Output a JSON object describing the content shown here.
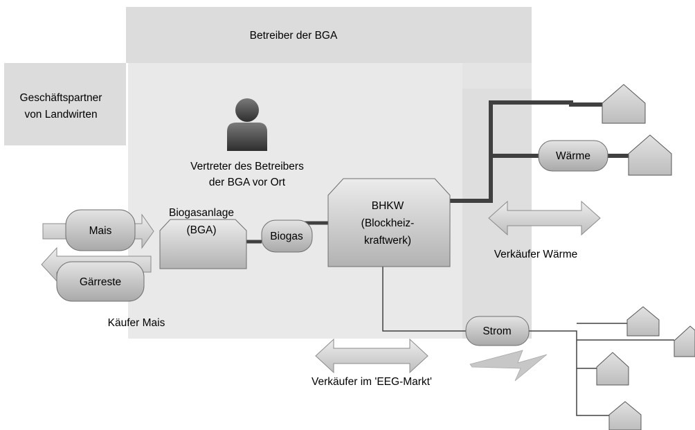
{
  "labels": {
    "operator": "Betreiber der BGA",
    "partner_line1": "Geschäftspartner",
    "partner_line2": "von Landwirten",
    "rep_line1": "Vertreter des Betreibers",
    "rep_line2": "der BGA vor Ort",
    "plant_line1": "Biogasanlage",
    "plant_line2": "(BGA)",
    "chp_line1": "BHKW",
    "chp_line2": "(Blockheiz-",
    "chp_line3": "kraftwerk)",
    "buyer_corn": "Käufer Mais",
    "heat_seller": "Verkäufer Wärme",
    "eeg_seller": "Verkäufer im 'EEG-Markt'"
  },
  "flows": {
    "corn": "Mais",
    "digestate": "Gärreste",
    "biogas": "Biogas",
    "heat": "Wärme",
    "power": "Strom"
  },
  "colors": {
    "operator_band": "#dcdcdc",
    "partner_box": "#dcdcdc",
    "inner_region": "#e6e6e6",
    "node_fill_top": "#ececec",
    "node_fill_bottom": "#b4b4b4",
    "line": "#404040",
    "house_fill": "#c8c8c8"
  }
}
